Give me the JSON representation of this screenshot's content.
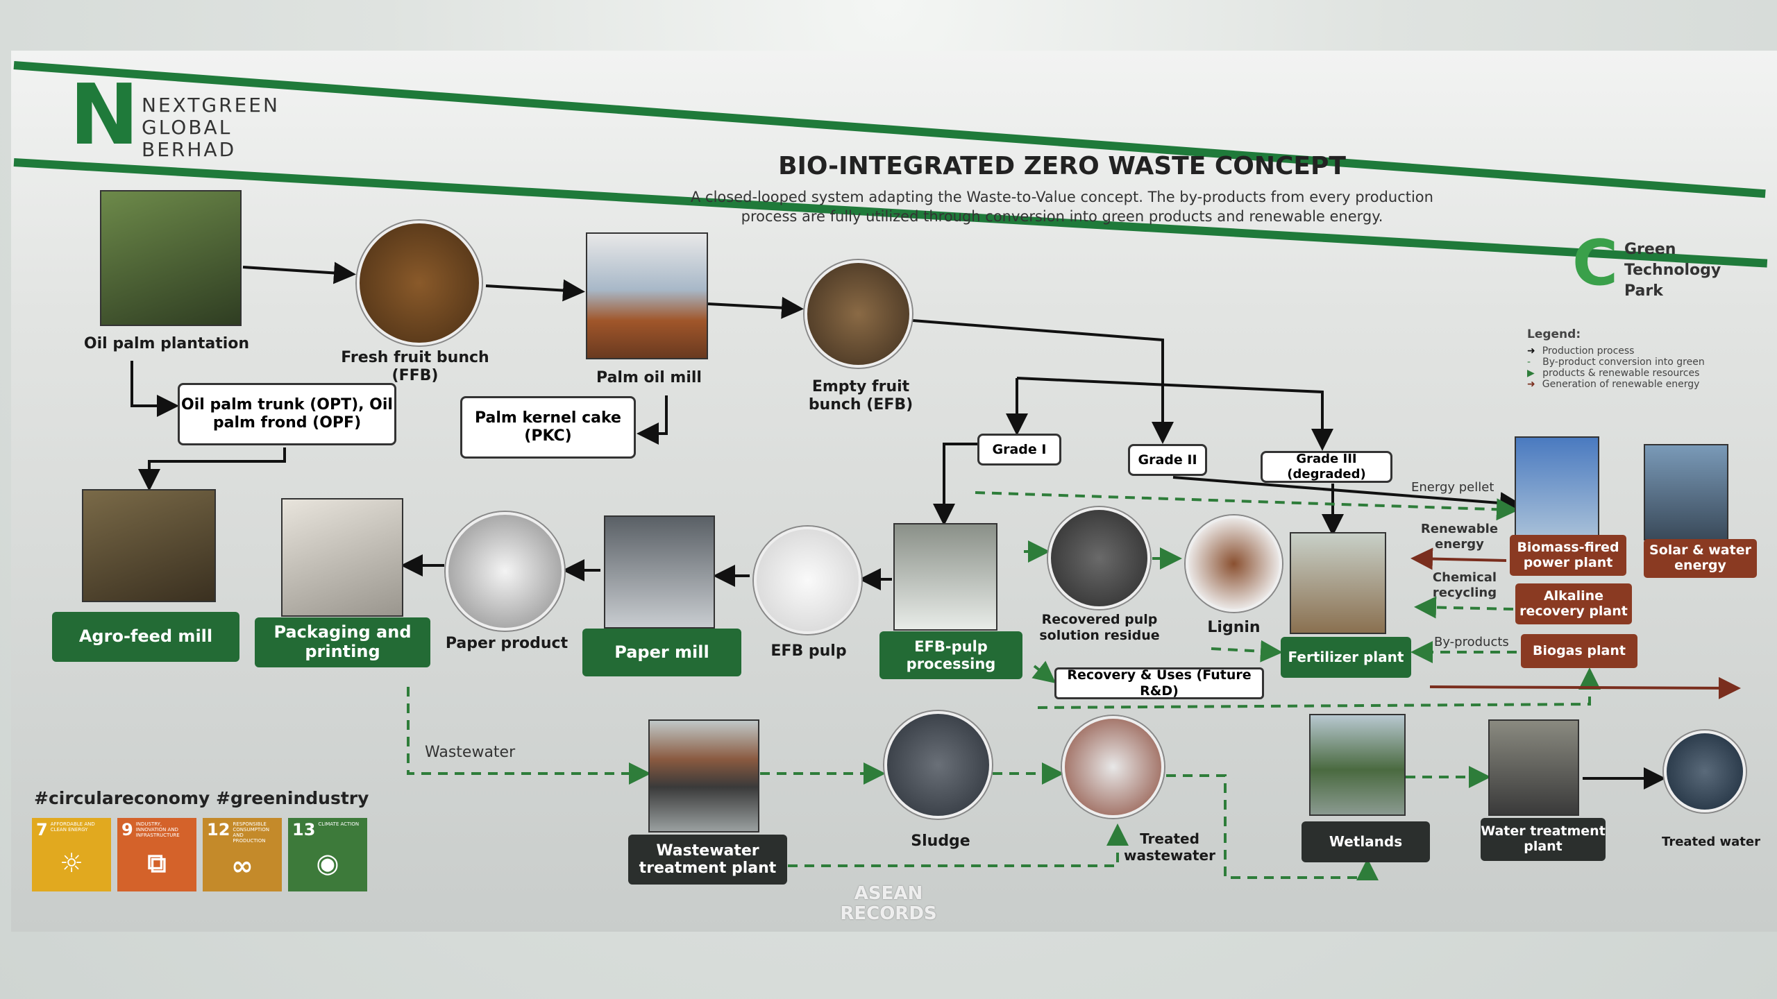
{
  "header": {
    "logo_text": [
      "NEXTGREEN",
      "GLOBAL",
      "BERHAD"
    ],
    "title": "BIO-INTEGRATED ZERO WASTE CONCEPT",
    "subtitle_1": "A closed-looped system adapting the Waste-to-Value concept. The by-products from every production",
    "subtitle_2": "process are fully utilized through conversion into green products and renewable energy.",
    "partner_logo": [
      "Green",
      "Technology",
      "Park"
    ]
  },
  "legend": {
    "title": "Legend:",
    "items": [
      "Production process",
      "By-product conversion into green products & renewable resources",
      "Generation of renewable energy"
    ],
    "colors": {
      "production": "#111111",
      "byproduct": "#2e7d3a",
      "energy": "#7a2e1e"
    }
  },
  "nodes": {
    "plantation": "Oil palm plantation",
    "ffb": "Fresh fruit bunch (FFB)",
    "mill": "Palm oil mill",
    "efb": "Empty fruit bunch (EFB)",
    "opt": "Oil palm trunk (OPT), Oil palm frond (OPF)",
    "pkc": "Palm kernel cake (PKC)",
    "grade1": "Grade I",
    "grade2": "Grade II",
    "grade3": "Grade III (degraded)",
    "agro": "Agro-feed mill",
    "packaging": "Packaging and printing",
    "paper_product": "Paper product",
    "paper_mill": "Paper mill",
    "efb_pulp": "EFB pulp",
    "efb_processing": "EFB-pulp processing",
    "recovered": "Recovered pulp solution residue",
    "lignin": "Lignin",
    "fertilizer": "Fertilizer plant",
    "recovery": "Recovery & Uses (Future R&D)",
    "biomass": "Biomass-fired power plant",
    "solar": "Solar & water energy",
    "alkaline": "Alkaline recovery plant",
    "biogas": "Biogas plant",
    "energy_pellet": "Energy pellet",
    "renewable_energy": "Renewable energy",
    "chemical_recycling": "Chemical recycling",
    "byproducts": "By-products",
    "wastewater": "Wastewater",
    "wwtp": "Wastewater treatment plant",
    "sludge": "Sludge",
    "treated_wastewater": "Treated wastewater",
    "wetlands": "Wetlands",
    "water_treatment": "Water treatment plant",
    "treated_water": "Treated water"
  },
  "footer": {
    "hashtags": "#circulareconomy #greenindustry",
    "sdgs": [
      {
        "num": "7",
        "label": "AFFORDABLE AND CLEAN ENERGY",
        "color": "#e1a91f",
        "icon": "sun-icon"
      },
      {
        "num": "9",
        "label": "INDUSTRY, INNOVATION AND INFRASTRUCTURE",
        "color": "#d4622a",
        "icon": "cubes-icon"
      },
      {
        "num": "12",
        "label": "RESPONSIBLE CONSUMPTION AND PRODUCTION",
        "color": "#c48a2a",
        "icon": "infinity-icon"
      },
      {
        "num": "13",
        "label": "CLIMATE ACTION",
        "color": "#3d7a3a",
        "icon": "eye-globe-icon"
      }
    ],
    "watermark": "ASEAN RECORDS"
  }
}
